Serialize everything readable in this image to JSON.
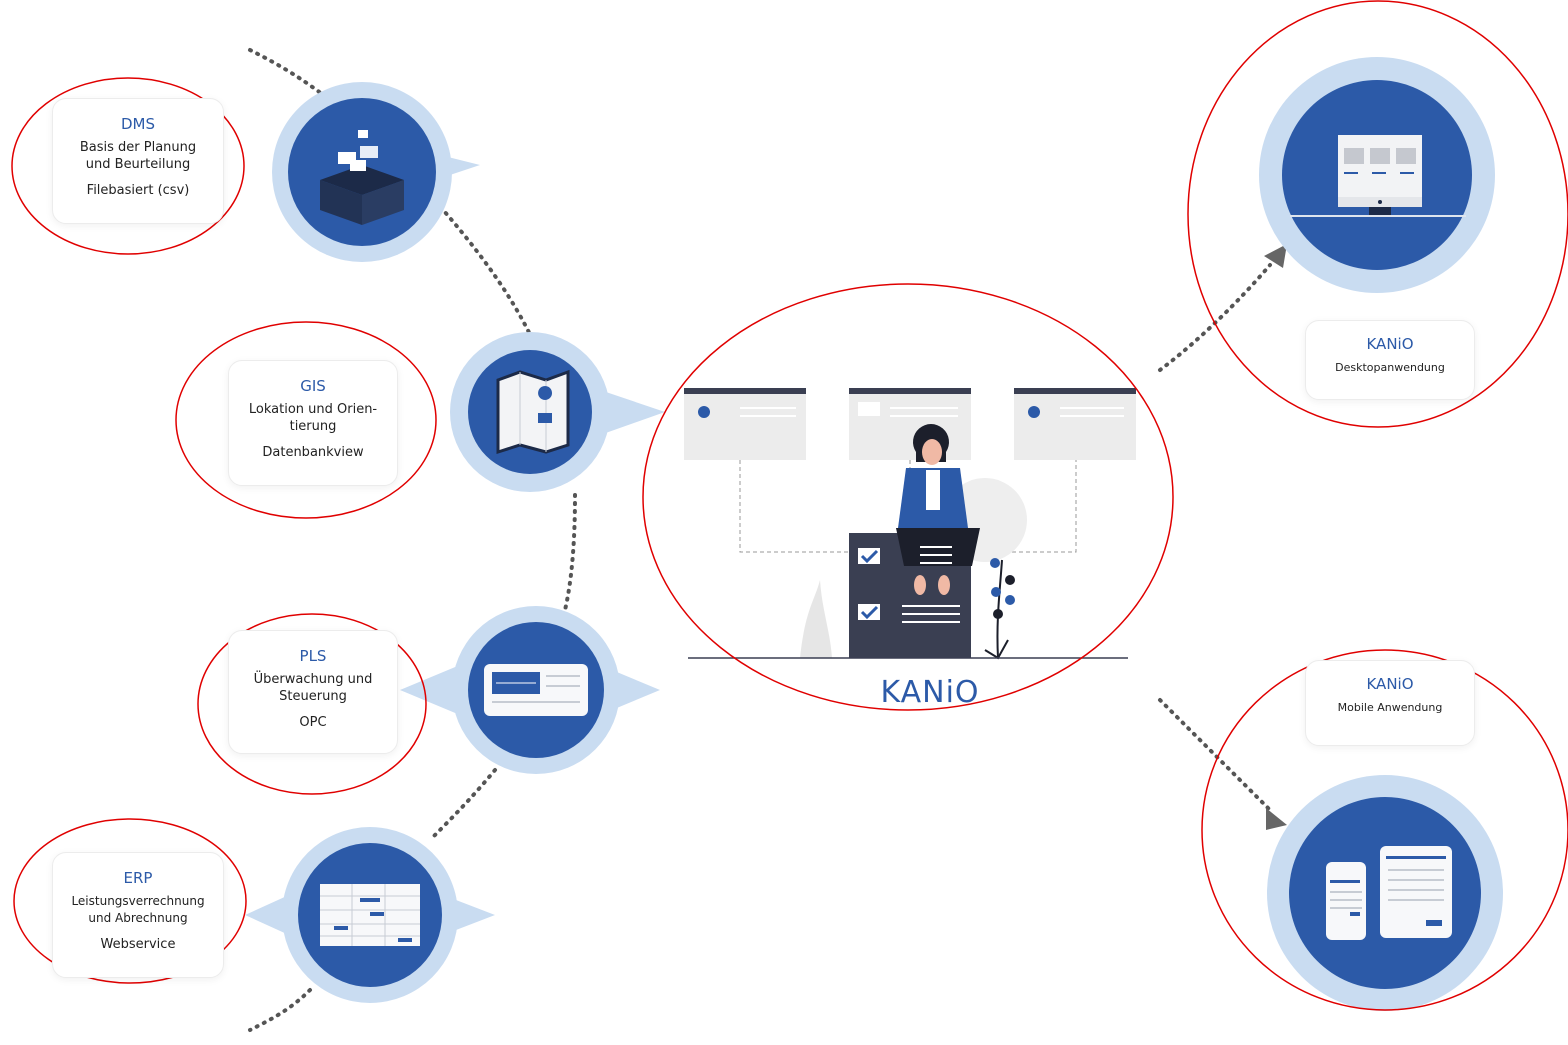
{
  "sources": [
    {
      "id": "dms",
      "title": "DMS",
      "lines": [
        "Basis der Planung",
        "und Beurteilung"
      ],
      "sub": "Filebasiert (csv)",
      "icon": "box-icon"
    },
    {
      "id": "gis",
      "title": "GIS",
      "lines": [
        "Lokation und Orien-",
        "tierung"
      ],
      "sub": "Datenbankview",
      "icon": "map-icon"
    },
    {
      "id": "pls",
      "title": "PLS",
      "lines": [
        "Überwachung und",
        "Steuerung"
      ],
      "sub": "OPC",
      "icon": "dashboard-icon"
    },
    {
      "id": "erp",
      "title": "ERP",
      "lines": [
        "Leistungsverrechnung",
        "und Abrechnung"
      ],
      "sub": "Webservice",
      "icon": "spreadsheet-icon"
    }
  ],
  "center": {
    "label": "KANiO",
    "icon": "person-on-checklist-illustration"
  },
  "outputs": [
    {
      "id": "desktop",
      "title": "KANiO",
      "line": "Desktopanwendung",
      "icon": "monitor-icon"
    },
    {
      "id": "mobile",
      "title": "KANiO",
      "line": "Mobile Anwendung",
      "icon": "phone-tablet-icon"
    }
  ],
  "colors": {
    "primary": "#2c5aa8",
    "halo": "#c9dcf1",
    "highlight": "#e00000",
    "dots": "#555555"
  }
}
